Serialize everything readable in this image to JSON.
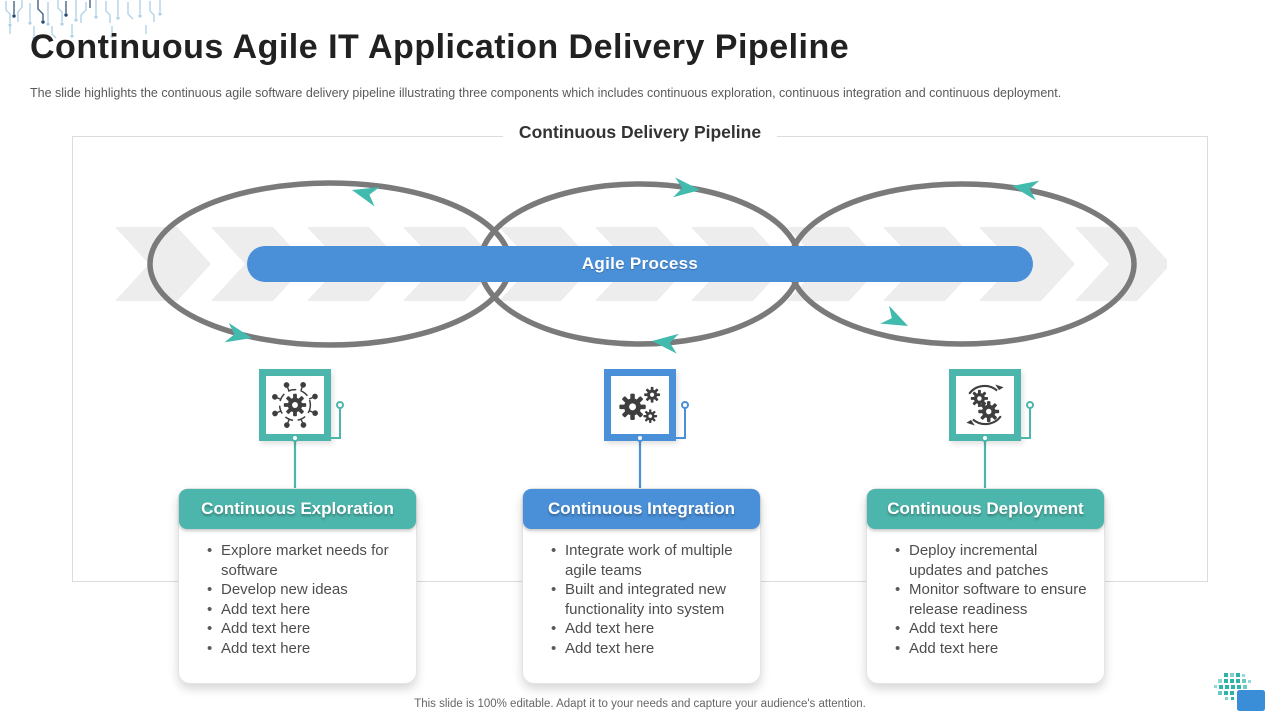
{
  "slide": {
    "title": "Continuous Agile IT Application Delivery Pipeline",
    "subtitle": "The slide highlights the continuous agile software delivery pipeline illustrating three components which includes continuous exploration, continuous integration and continuous deployment.",
    "footer_note": "This slide is 100% editable.  Adapt it to your needs and capture your audience's attention."
  },
  "pipeline": {
    "heading": "Continuous Delivery Pipeline",
    "agile_label": "Agile Process"
  },
  "columns": [
    {
      "name": "Continuous Exploration",
      "accent": "#4db6ac",
      "icon": "gear-network-icon",
      "bullets": [
        "Explore market needs for software",
        "Develop new ideas",
        "Add text here",
        "Add text here",
        "Add text here"
      ]
    },
    {
      "name": "Continuous Integration",
      "accent": "#4a90d8",
      "icon": "gears-icon",
      "bullets": [
        "Integrate work of multiple agile teams",
        "Built and integrated new functionality into system",
        "Add text here",
        "Add text here"
      ]
    },
    {
      "name": "Continuous Deployment",
      "accent": "#4db6ac",
      "icon": "gears-sync-icon",
      "bullets": [
        "Deploy incremental updates and patches",
        "Monitor software to ensure release readiness",
        "Add text here",
        "Add text here"
      ]
    }
  ],
  "colors": {
    "teal": "#4db6ac",
    "blue": "#4a90d8",
    "arrow_teal": "#42bbae",
    "loop_gray": "#7a7a7a",
    "chevron_gray": "#ededed",
    "title_text": "#212121",
    "body_text": "#4d4d4d"
  }
}
